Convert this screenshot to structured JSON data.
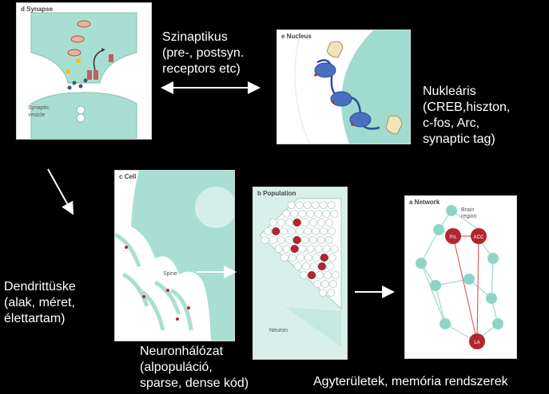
{
  "panels": {
    "synapse": {
      "label": "d  Synapse",
      "vesicle_label": "Synaptic vesicle"
    },
    "nucleus": {
      "label": "e  Nucleus"
    },
    "cell": {
      "label": "c  Cell",
      "spine_label": "Spine"
    },
    "population": {
      "label": "b  Population",
      "neuron_label": "Neuron"
    },
    "network": {
      "label": "a  Network",
      "brain_region_label": "Brain region",
      "nodes": [
        "PrL",
        "ACC",
        "LA"
      ]
    }
  },
  "captions": {
    "synaptic": [
      "Szinaptikus",
      "(pre-, postsyn.",
      "receptors etc)"
    ],
    "nuclear": [
      "Nukleáris",
      "(CREB,hiszton,",
      "c-fos, Arc,",
      "synaptic tag)"
    ],
    "spine": [
      "Dendrittüske",
      "(alak, méret,",
      "élettartam)"
    ],
    "network": [
      "Neuronhálózat",
      "(alpopuláció,",
      "sparse, dense kód)"
    ],
    "areas": "Agyterületek, memória rendszerek"
  },
  "colors": {
    "teal": "#8fd5c6",
    "dark_teal": "#2f9a86",
    "red": "#c0262d",
    "blue": "#2e4d9a",
    "white": "#ffffff"
  }
}
